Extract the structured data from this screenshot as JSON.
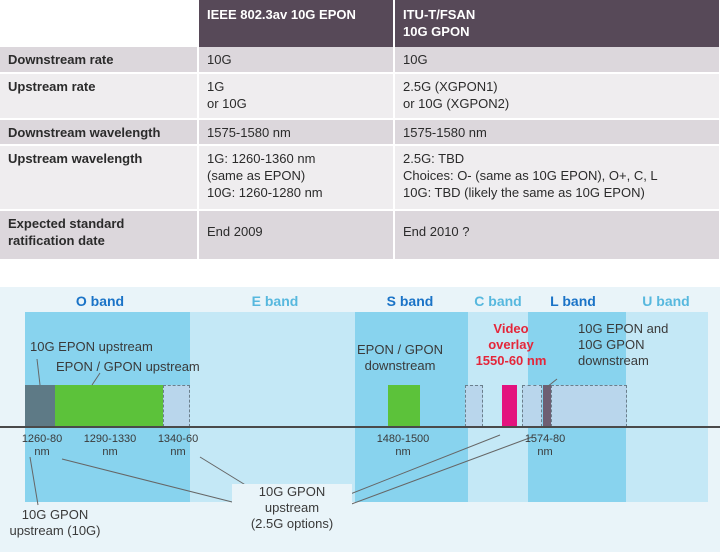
{
  "table": {
    "headers": [
      "",
      "IEEE 802.3av 10G EPON",
      "ITU-T/FSAN\n10G GPON"
    ],
    "rows": [
      {
        "label": "Downstream rate",
        "epon": [
          "10G"
        ],
        "gpon": [
          "10G"
        ]
      },
      {
        "label": "Upstream rate",
        "epon": [
          "1G",
          "or 10G"
        ],
        "gpon": [
          "2.5G (XGPON1)",
          "or 10G (XGPON2)"
        ]
      },
      {
        "label": "Downstream wavelength",
        "epon": [
          "1575-1580 nm"
        ],
        "gpon": [
          "1575-1580 nm"
        ]
      },
      {
        "label": "Upstream wavelength",
        "epon": [
          "1G: 1260-1360 nm",
          "(same as EPON)",
          "10G: 1260-1280 nm"
        ],
        "gpon": [
          "2.5G: TBD",
          "Choices: O- (same as 10G EPON), O+, C, L",
          "10G: TBD (likely the same as 10G EPON)"
        ]
      },
      {
        "label": "Expected standard ratification date",
        "label_lines": [
          "Expected standard",
          "ratification date"
        ],
        "epon": [
          "End 2009"
        ],
        "gpon": [
          "End 2010 ?"
        ]
      }
    ]
  },
  "diagram": {
    "bands": [
      {
        "name": "O band",
        "color": "#1a73c7"
      },
      {
        "name": "E band",
        "color": "#57b8de"
      },
      {
        "name": "S band",
        "color": "#1a73c7"
      },
      {
        "name": "C band",
        "color": "#57b8de"
      },
      {
        "name": "L band",
        "color": "#1a73c7"
      },
      {
        "name": "U band",
        "color": "#57b8de"
      }
    ],
    "labels": {
      "epon10g_up": "10G EPON upstream",
      "epon_gpon_up": "EPON / GPON upstream",
      "epon_gpon_down": [
        "EPON  / GPON",
        "downstream"
      ],
      "video_overlay": [
        "Video",
        "overlay",
        "1550-60 nm"
      ],
      "down10g": [
        "10G EPON and",
        "10G GPON",
        "downstream"
      ],
      "gpon10g_up_options": [
        "10G GPON",
        "upstream",
        "(2.5G options)"
      ],
      "gpon10g_up10g": [
        "10G GPON",
        "upstream (10G)"
      ]
    },
    "ticks": [
      {
        "value": "1260-80",
        "unit": "nm"
      },
      {
        "value": "1290-1330",
        "unit": "nm"
      },
      {
        "value": "1340-60",
        "unit": "nm"
      },
      {
        "value": "1480-1500",
        "unit": "nm"
      },
      {
        "value": "1574-80",
        "unit": "nm"
      }
    ],
    "colors": {
      "band_dark": "#88d3ee",
      "band_light": "#c4e8f6",
      "green": "#5cc23a",
      "magenta": "#e3127e",
      "gray_block": "#5e7a86",
      "pale_block": "#b9d6ec",
      "video_text": "#e4263a"
    }
  }
}
